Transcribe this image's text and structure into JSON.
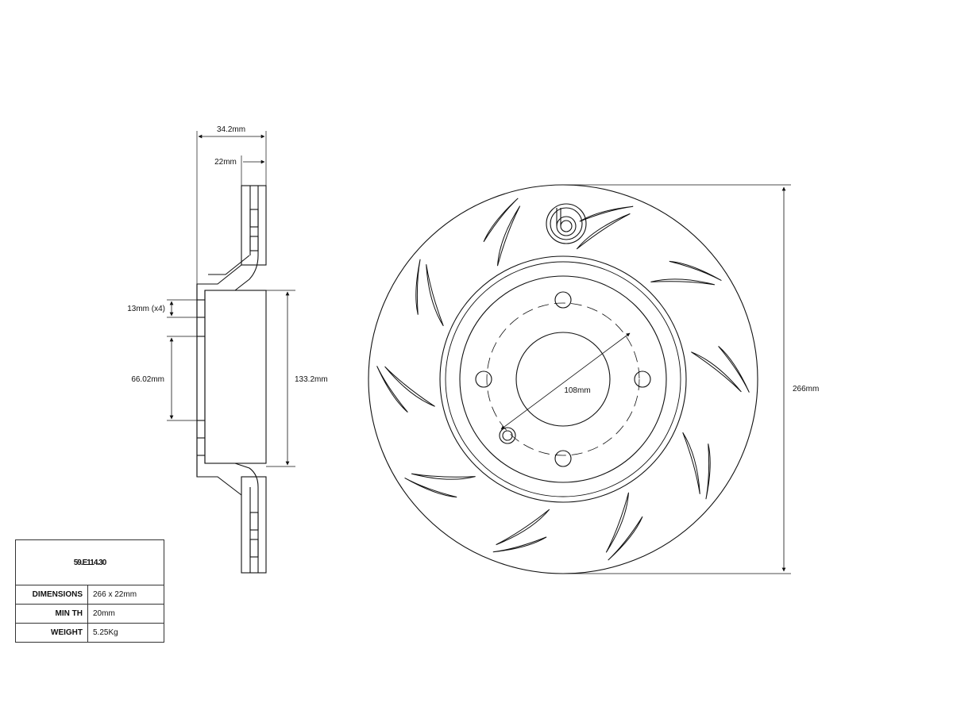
{
  "part_number": "59.E114.30",
  "dimensions": {
    "overall_width": "34.2mm",
    "disc_thickness": "22mm",
    "bolt_hole": "13mm (x4)",
    "center_bore": "66.02mm",
    "hat_diameter": "133.2mm",
    "pcd": "108mm",
    "outer_diameter": "266mm"
  },
  "specs": [
    {
      "label": "DIMENSIONS",
      "value": "266 x 22mm"
    },
    {
      "label": "MIN TH",
      "value": "20mm"
    },
    {
      "label": "WEIGHT",
      "value": "5.25Kg"
    }
  ],
  "colors": {
    "line": "#111111",
    "background": "#ffffff"
  }
}
